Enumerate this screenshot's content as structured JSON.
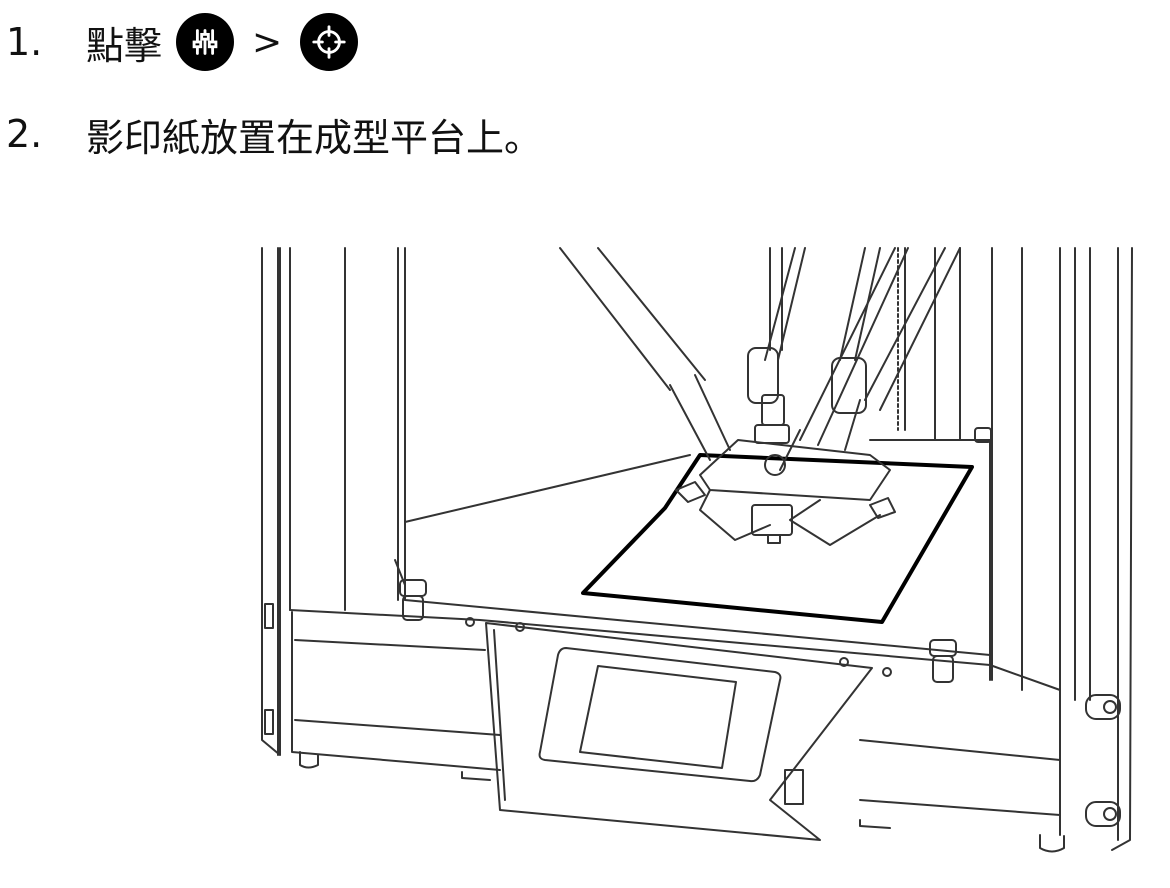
{
  "steps": [
    {
      "number": "1.",
      "text": "點擊",
      "separator": ">",
      "icons": [
        "sliders-icon",
        "crosshair-icon"
      ]
    },
    {
      "number": "2.",
      "text": "影印紙放置在成型平台上。"
    }
  ],
  "colors": {
    "icon_bg": "#000000",
    "line": "#333333",
    "paper_border": "#000000"
  }
}
